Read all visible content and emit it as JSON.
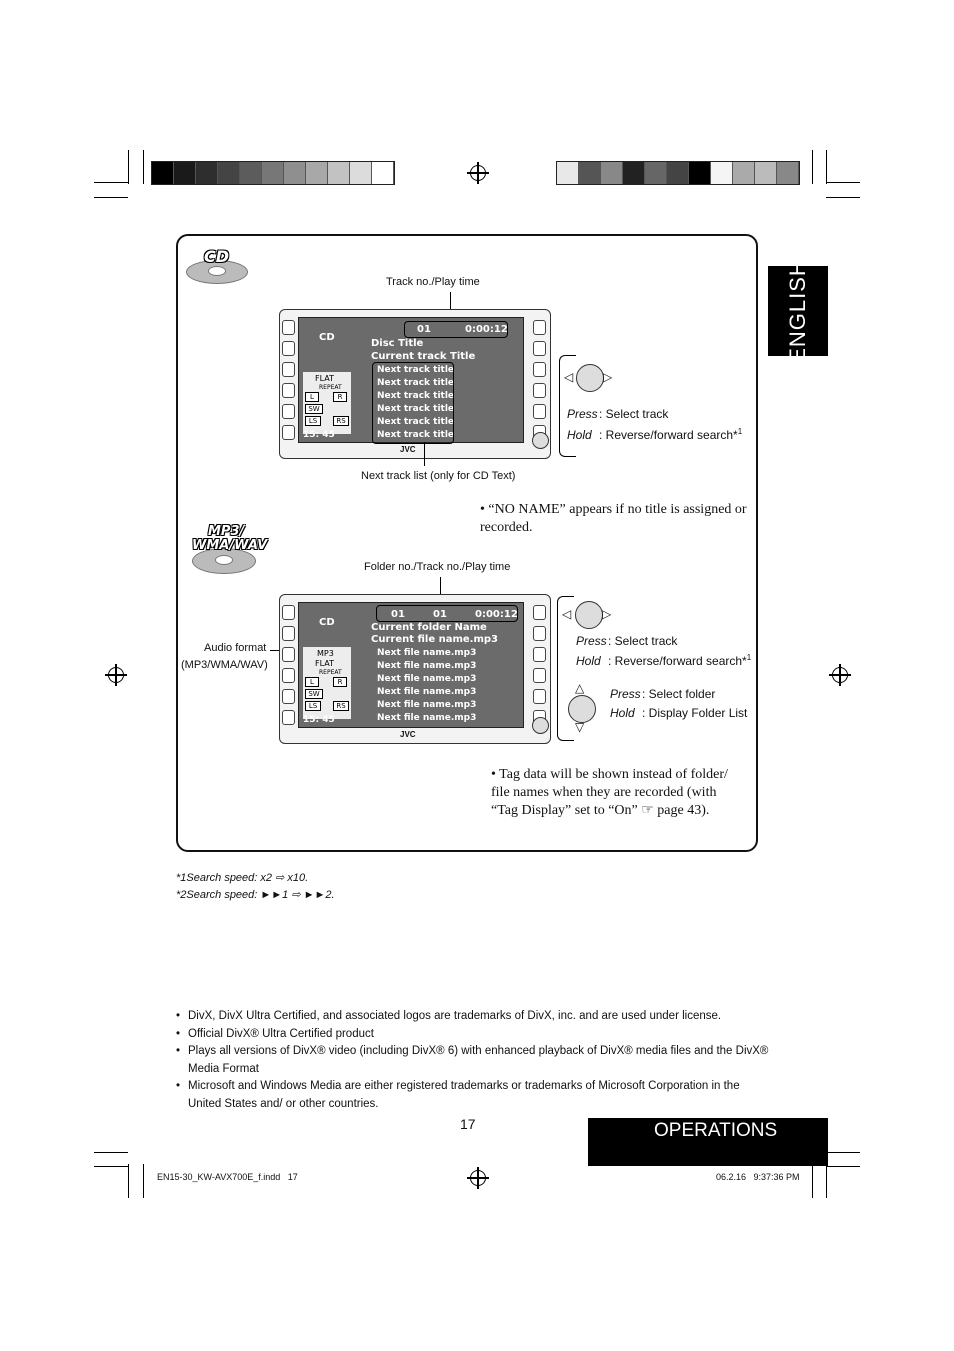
{
  "tabs": {
    "english": "ENGLISH",
    "operations": "OPERATIONS"
  },
  "cd_section": {
    "disc_label": "CD",
    "callout_top": "Track no./Play time",
    "callout_bottom": "Next track list (only for CD Text)",
    "screen": {
      "source": "CD",
      "track": "01",
      "time": "0:00:12",
      "disc_title": "Disc Title",
      "current_title": "Current track Title",
      "next_tracks": [
        "Next track title",
        "Next track title",
        "Next track title",
        "Next track title",
        "Next track title",
        "Next track title"
      ],
      "eq": "FLAT",
      "repeat": "REPEAT",
      "clock": "15: 45",
      "speakers": [
        "L",
        "R",
        "SW",
        "LS",
        "RS"
      ],
      "brand": "JVC"
    },
    "press_label": "Press",
    "press_text": "Select track",
    "hold_label": "Hold",
    "hold_text": "Reverse/forward search*",
    "hold_sup": "1",
    "note": "“NO NAME” appears if no title is assigned or recorded."
  },
  "mp3_section": {
    "disc_label_line1": "MP3/",
    "disc_label_line2": "WMA/WAV",
    "callout_top": "Folder no./Track no./Play time",
    "callout_left_line1": "Audio format",
    "callout_left_line2": "(MP3/WMA/WAV)",
    "screen": {
      "source": "CD",
      "folder": "01",
      "track": "01",
      "time": "0:00:12",
      "folder_name": "Current folder Name",
      "current_file": "Current file name.mp3",
      "next_files": [
        "Next file name.mp3",
        "Next file name.mp3",
        "Next file name.mp3",
        "Next file name.mp3",
        "Next file name.mp3",
        "Next file name.mp3"
      ],
      "format": "MP3",
      "eq": "FLAT",
      "repeat": "REPEAT",
      "clock": "15: 45",
      "speakers": [
        "L",
        "R",
        "SW",
        "LS",
        "RS"
      ],
      "brand": "JVC"
    },
    "press_label": "Press",
    "press_text": "Select track",
    "hold_label": "Hold",
    "hold_text": "Reverse/forward search*",
    "hold_sup": "1",
    "press2_label": "Press",
    "press2_text": "Select folder",
    "hold2_label": "Hold",
    "hold2_text": "Display Folder List",
    "note": "Tag data will be shown instead of folder/ file names when they are recorded (with “Tag Display” set to “On” ☞ page 43)."
  },
  "footnotes": [
    {
      "mark": "*1",
      "text": "Search speed: x2 ⇨ x10."
    },
    {
      "mark": "*2",
      "text": "Search speed: ►►1 ⇨ ►►2."
    }
  ],
  "legal": [
    "DivX, DivX Ultra Certified, and associated logos are trademarks of DivX, inc. and are used under license.",
    "Official DivX® Ultra Certified product",
    "Plays all versions of DivX® video (including DivX® 6) with enhanced playback of DivX® media files and the DivX® Media Format",
    "Microsoft and Windows Media are either registered trademarks or trademarks of Microsoft Corporation in the United States and/ or other countries."
  ],
  "page_number": "17",
  "slug": {
    "file": "EN15-30_KW-AVX700E_f.indd   17",
    "date": "06.2.16   9:37:36 PM"
  },
  "colors": {
    "bars_left": [
      "#000000",
      "#1a1a1a",
      "#2e2e2e",
      "#444444",
      "#5c5c5c",
      "#777777",
      "#8f8f8f",
      "#a8a8a8",
      "#c2c2c2",
      "#dcdcdc",
      "#ffffff"
    ],
    "bars_right": [
      "#e8e8e8",
      "#555555",
      "#888888",
      "#222222",
      "#666666",
      "#444444",
      "#000000",
      "#f5f5f5",
      "#aaaaaa",
      "#bbbbbb",
      "#888888"
    ]
  }
}
